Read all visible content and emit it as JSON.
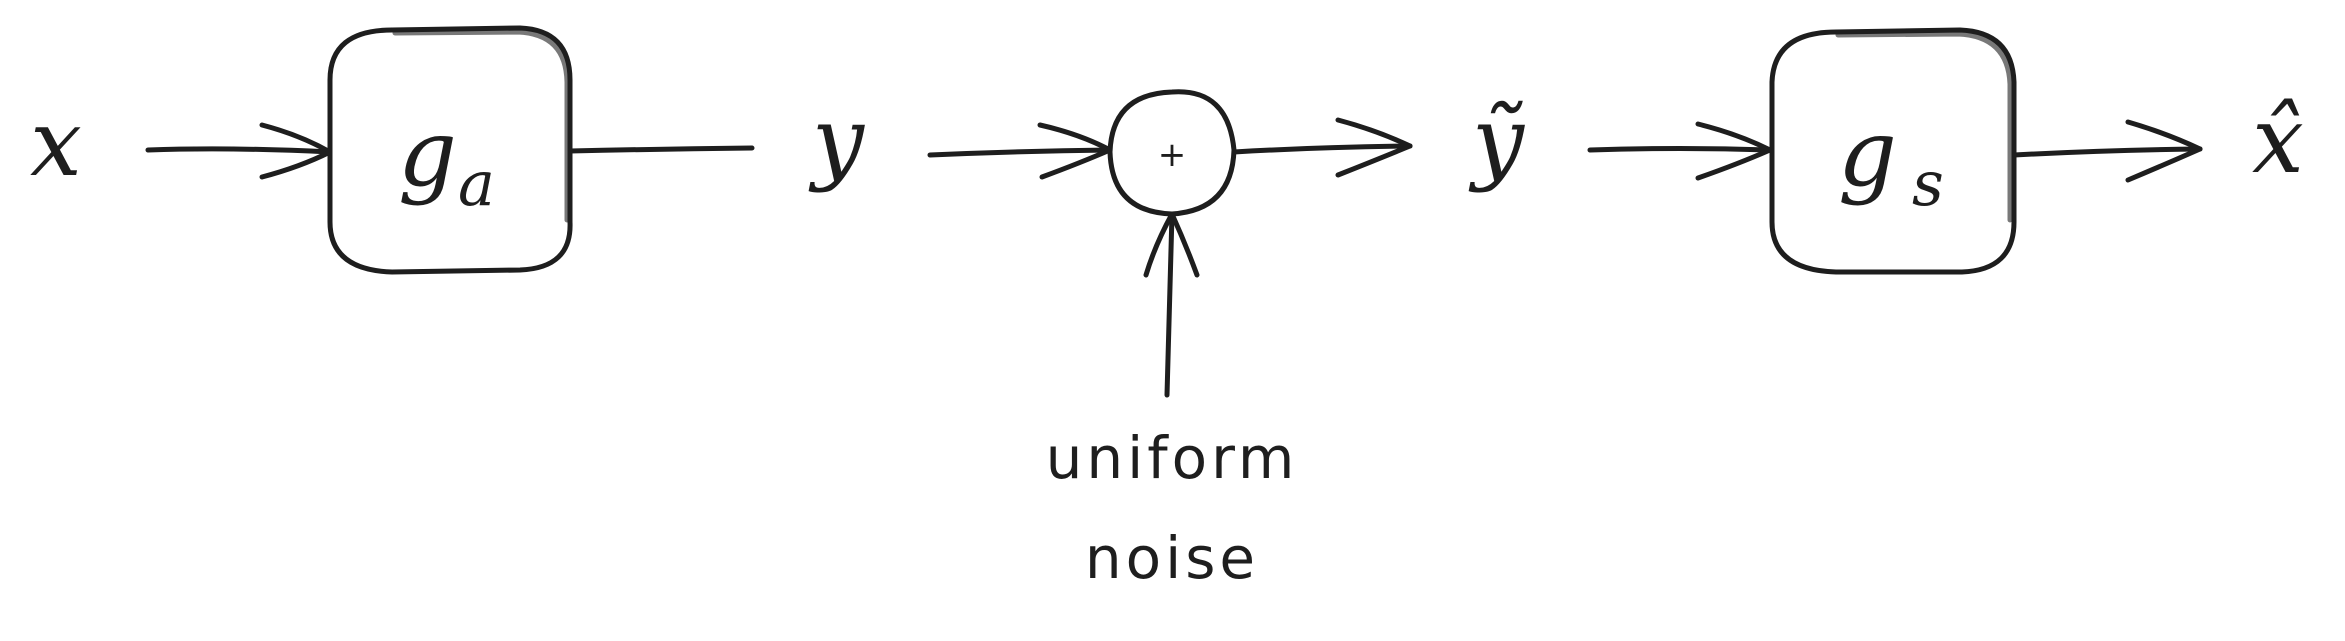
{
  "nodes": {
    "input": {
      "label": "x"
    },
    "analysis": {
      "label": "g",
      "subscript": "a"
    },
    "latent": {
      "label": "y"
    },
    "sum": {
      "label": "+"
    },
    "noisy_latent": {
      "label": "ỹ"
    },
    "synthesis": {
      "label": "g",
      "subscript": "s"
    },
    "output": {
      "label": "x̂"
    },
    "noise": {
      "line1": "uniform",
      "line2": "noise"
    }
  }
}
